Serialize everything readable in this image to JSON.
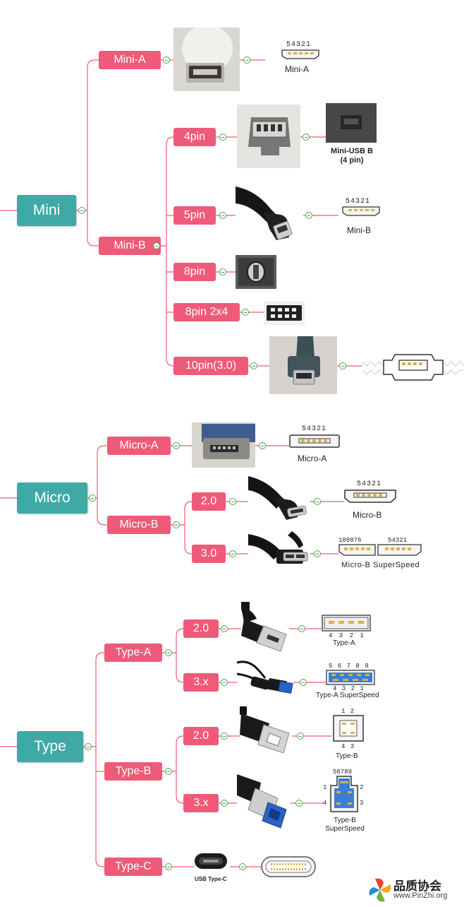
{
  "colors": {
    "connector_line": "#ee5a78",
    "root_fill": "#3fa9a5",
    "node_fill": "#ee5a78",
    "toggle": "#4aa84a"
  },
  "mini": {
    "root": "Mini",
    "mini_a": {
      "label": "Mini-A",
      "caption": "Mini-A",
      "pins": "54321"
    },
    "mini_b": {
      "label": "Mini-B",
      "pin4": {
        "label": "4pin",
        "caption": "Mini-USB B\n(4 pin)"
      },
      "pin5": {
        "label": "5pin",
        "caption": "Mini-B",
        "pins": "54321"
      },
      "pin8": {
        "label": "8pin"
      },
      "pin8_2x4": {
        "label": "8pin 2x4"
      },
      "pin10": {
        "label": "10pin(3.0)"
      }
    }
  },
  "micro": {
    "root": "Micro",
    "micro_a": {
      "label": "Micro-A",
      "caption": "Micro-A",
      "pins": "54321"
    },
    "micro_b": {
      "label": "Micro-B",
      "v20": {
        "label": "2.0",
        "caption": "Micro-B",
        "pins": "54321"
      },
      "v30": {
        "label": "3.0",
        "caption": "Micro-B SuperSpeed",
        "pins_left": "109876",
        "pins_right": "54321"
      }
    }
  },
  "type": {
    "root": "Type",
    "type_a": {
      "label": "Type-A",
      "v20": {
        "label": "2.0",
        "caption": "Type-A",
        "pins": "4 3 2 1"
      },
      "v3x": {
        "label": "3.x",
        "caption": "Type-A SuperSpeed",
        "pins_top": "5 6 7 8 9",
        "pins_bottom": "4 3 2 1"
      }
    },
    "type_b": {
      "label": "Type-B",
      "v20": {
        "label": "2.0",
        "caption": "Type-B",
        "pins_top": "1 2",
        "pins_bottom": "4 3"
      },
      "v3x": {
        "label": "3.x",
        "caption": "Type-B\nSuperSpeed",
        "pins_top": "56789",
        "pin_left": "1",
        "pin_right": "2",
        "pin_left2": "4",
        "pin_right2": "3"
      }
    },
    "type_c": {
      "label": "Type-C",
      "caption": "USB Type-C"
    }
  },
  "watermark": {
    "name": "品质协会",
    "url": "www.PinZhi.org"
  },
  "icons": [
    "plug-photo",
    "pinout-diagram",
    "collapse-toggle-icon",
    "pinzhi-logo-icon"
  ]
}
